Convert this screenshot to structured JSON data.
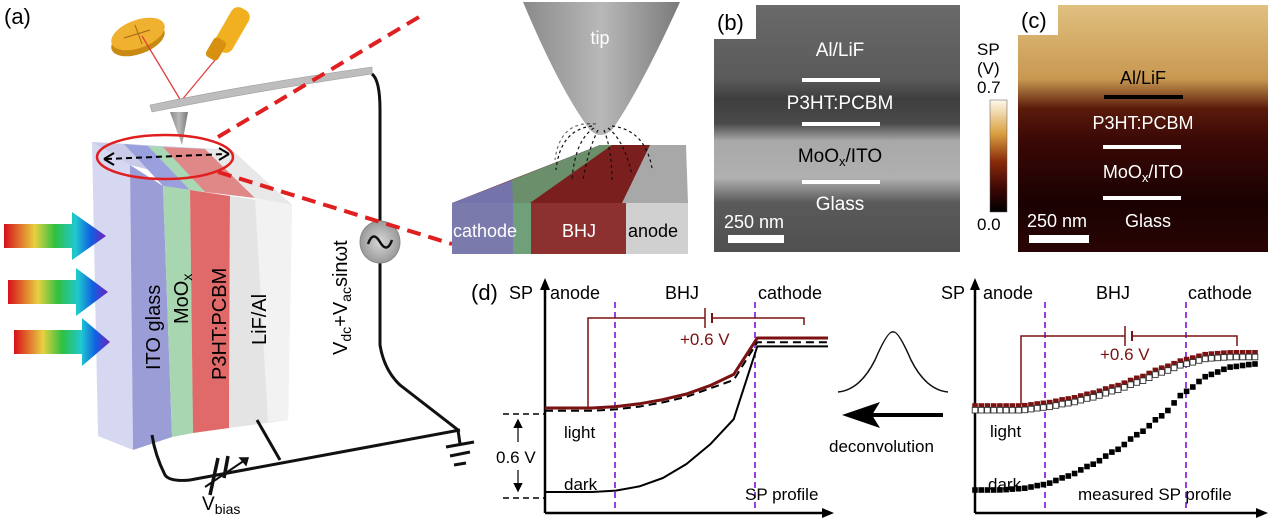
{
  "panel_a": {
    "label": "(a)",
    "layers": [
      {
        "name": "ITO glass",
        "color": "#9a9dd6"
      },
      {
        "name": "MoO",
        "sub": "x",
        "color": "#a8d6b0"
      },
      {
        "name": "P3HT:PCBM",
        "color": "#e07070"
      },
      {
        "name": "LiF/Al",
        "color": "#e2e2e2"
      }
    ],
    "source_label": {
      "main": "V",
      "sub1": "dc",
      "plus": "+V",
      "sub2": "ac",
      "tail": "sinωt"
    },
    "bias_label": {
      "main": "V",
      "sub": "bias"
    },
    "icons": [
      "photodetector-icon",
      "laser-icon",
      "cantilever-icon",
      "ac-source-icon",
      "ground-icon",
      "variable-battery-icon",
      "light-arrow-icon"
    ]
  },
  "zoom_inset": {
    "tip_label": "tip",
    "cathode_label": "cathode",
    "bhj_label": "BHJ",
    "anode_label": "anode"
  },
  "panel_b": {
    "label": "(b)",
    "layers": [
      "Al/LiF",
      "P3HT:PCBM",
      "MoO",
      "Glass"
    ],
    "moo_sub": "x",
    "moo_tail": "/ITO",
    "scalebar": "250 nm"
  },
  "panel_c": {
    "label": "(c)",
    "colorbar_title_1": "SP",
    "colorbar_title_2": "(V)",
    "colorbar_max": "0.7",
    "colorbar_min": "0.0",
    "layers": [
      "Al/LiF",
      "P3HT:PCBM",
      "MoO",
      "Glass"
    ],
    "moo_sub": "x",
    "moo_tail": "/ITO",
    "scalebar": "250 nm",
    "colors": {
      "top": "#d9b66a",
      "dark": "#3a0806",
      "black": "#120000"
    }
  },
  "panel_d": {
    "label": "(d)",
    "ylabel": "SP",
    "region_labels": [
      "anode",
      "BHJ",
      "cathode"
    ],
    "bias": "+0.6 V",
    "light_label": "light",
    "dark_label": "dark",
    "gap_label": "0.6 V",
    "xlabel_left": "SP profile",
    "xlabel_right": "measured SP profile",
    "deconvolution_label": "deconvolution",
    "colors": {
      "biased": "#7a1212",
      "boundary": "#8a2be2"
    }
  },
  "chart_data": [
    {
      "type": "line",
      "title": "SP profile (deconvolved)",
      "xlabel": "SP profile",
      "ylabel": "SP",
      "x": [
        0,
        0.1,
        0.2,
        0.3,
        0.4,
        0.5,
        0.6,
        0.7,
        0.8,
        0.9,
        1.0,
        1.1,
        1.2
      ],
      "regions": [
        "anode",
        "BHJ",
        "cathode"
      ],
      "series": [
        {
          "name": "light +0.6 V",
          "values": [
            0.0,
            0.0,
            0.0,
            0.01,
            0.03,
            0.06,
            0.1,
            0.16,
            0.24,
            0.5,
            0.5,
            0.5,
            0.5
          ]
        },
        {
          "name": "light",
          "values": [
            -0.02,
            -0.02,
            -0.02,
            -0.01,
            0.01,
            0.04,
            0.08,
            0.14,
            0.2,
            0.47,
            0.47,
            0.47,
            0.47
          ]
        },
        {
          "name": "dark",
          "values": [
            -0.6,
            -0.6,
            -0.6,
            -0.59,
            -0.56,
            -0.5,
            -0.4,
            -0.26,
            -0.08,
            0.44,
            0.44,
            0.44,
            0.44
          ]
        }
      ]
    },
    {
      "type": "scatter",
      "title": "measured SP profile",
      "xlabel": "measured SP profile",
      "ylabel": "SP",
      "x": [
        0,
        0.1,
        0.2,
        0.3,
        0.4,
        0.5,
        0.6,
        0.7,
        0.8,
        0.9,
        1.0,
        1.1,
        1.2
      ],
      "regions": [
        "anode",
        "BHJ",
        "cathode"
      ],
      "series": [
        {
          "name": "light +0.6 V",
          "values": [
            0.0,
            0.0,
            0.0,
            0.02,
            0.05,
            0.09,
            0.14,
            0.2,
            0.27,
            0.33,
            0.37,
            0.38,
            0.38
          ]
        },
        {
          "name": "light",
          "values": [
            -0.03,
            -0.03,
            -0.03,
            -0.01,
            0.02,
            0.06,
            0.11,
            0.17,
            0.24,
            0.3,
            0.34,
            0.35,
            0.35
          ]
        },
        {
          "name": "dark",
          "values": [
            -0.6,
            -0.6,
            -0.59,
            -0.56,
            -0.5,
            -0.42,
            -0.32,
            -0.2,
            -0.07,
            0.1,
            0.22,
            0.28,
            0.3
          ]
        }
      ]
    }
  ]
}
